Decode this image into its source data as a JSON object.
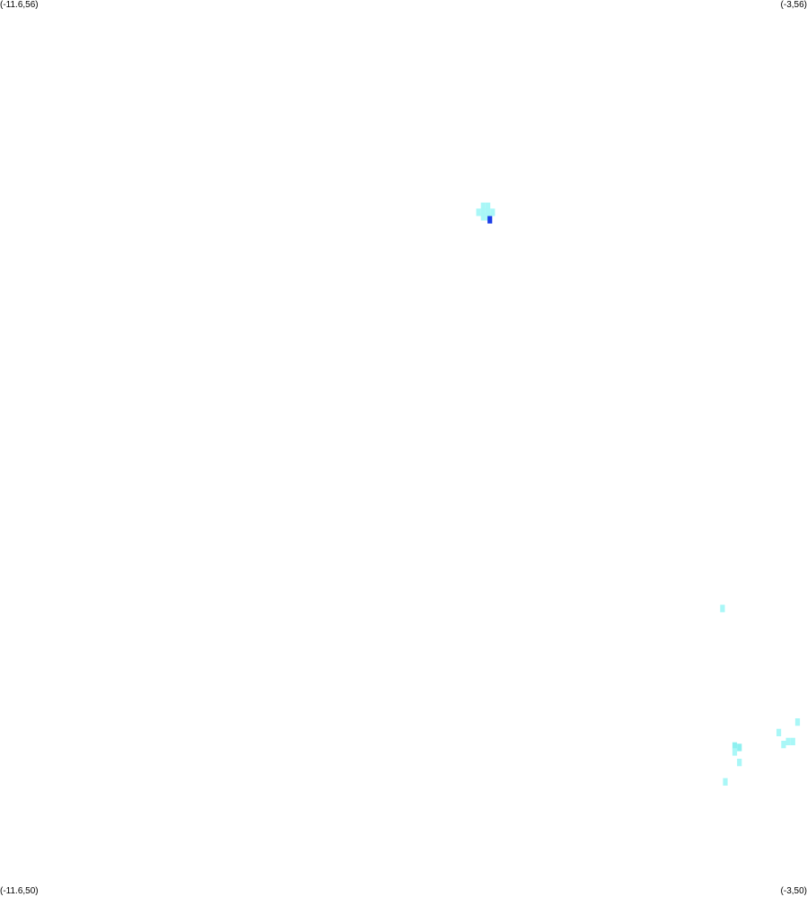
{
  "map": {
    "corner_labels": {
      "top_left": "(-11.6,56)",
      "top_right": "(-3,56)",
      "bottom_left": "(-11.6,50)",
      "bottom_right": "(-3,50)"
    },
    "extent": {
      "lon_min": -11.6,
      "lon_max": -3,
      "lat_min": 50,
      "lat_max": 56
    },
    "colors": {
      "background": "#ffffff",
      "light": "#a9f7f7",
      "cyan": "#8ef0f0",
      "dark": "#1d3fe8"
    },
    "cell_size_deg": 0.05,
    "cells": [
      {
        "lon": -6.45,
        "lat": 54.62,
        "level": "light"
      },
      {
        "lon": -6.4,
        "lat": 54.62,
        "level": "light"
      },
      {
        "lon": -6.5,
        "lat": 54.58,
        "level": "light"
      },
      {
        "lon": -6.45,
        "lat": 54.58,
        "level": "light"
      },
      {
        "lon": -6.4,
        "lat": 54.58,
        "level": "light"
      },
      {
        "lon": -6.35,
        "lat": 54.58,
        "level": "light"
      },
      {
        "lon": -6.45,
        "lat": 54.55,
        "level": "light"
      },
      {
        "lon": -6.4,
        "lat": 54.55,
        "level": "light"
      },
      {
        "lon": -6.38,
        "lat": 54.53,
        "level": "dark"
      },
      {
        "lon": -3.9,
        "lat": 51.93,
        "level": "light"
      },
      {
        "lon": -3.1,
        "lat": 51.17,
        "level": "light"
      },
      {
        "lon": -3.3,
        "lat": 51.1,
        "level": "light"
      },
      {
        "lon": -3.2,
        "lat": 51.04,
        "level": "light"
      },
      {
        "lon": -3.15,
        "lat": 51.04,
        "level": "light"
      },
      {
        "lon": -3.25,
        "lat": 51.02,
        "level": "light"
      },
      {
        "lon": -3.77,
        "lat": 51.01,
        "level": "cyan"
      },
      {
        "lon": -3.72,
        "lat": 51.0,
        "level": "cyan"
      },
      {
        "lon": -3.77,
        "lat": 50.97,
        "level": "light"
      },
      {
        "lon": -3.72,
        "lat": 50.9,
        "level": "light"
      },
      {
        "lon": -3.87,
        "lat": 50.77,
        "level": "light"
      }
    ]
  }
}
